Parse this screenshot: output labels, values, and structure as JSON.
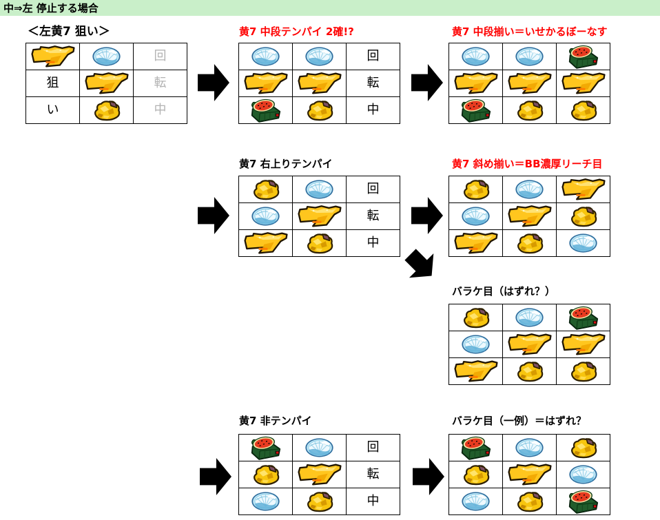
{
  "header": {
    "title": "中⇒左 停止する場合"
  },
  "headings": {
    "t1": {
      "text": "＜左黄7 狙い＞",
      "color": "black"
    },
    "t2": {
      "text": "黄7 中段テンパイ 2確!?",
      "color": "red"
    },
    "t3": {
      "text": "黄7 中段揃い＝いせかるぼーなす",
      "color": "red"
    },
    "t4": {
      "text": "黄7 右上りテンパイ",
      "color": "black"
    },
    "t5": {
      "text": "黄7 斜め揃い＝BB濃厚リーチ目",
      "color": "red"
    },
    "t6": {
      "text": "バラケ目（はずれ？）",
      "color": "black"
    },
    "t7": {
      "text": "黄7 非テンパイ",
      "color": "black"
    },
    "t8": {
      "text": "バラケ目（一例）＝はずれ？",
      "color": "black"
    }
  },
  "cell_codes": {
    "7": "yellow-seven-symbol",
    "C": "replay-coin-symbol",
    "G": "gold-nugget-symbol",
    "W": "watermelon-symbol",
    "t:": "black-label",
    "g:": "grey-label"
  },
  "tables": {
    "t1": {
      "name": "left-yellow7-aim",
      "grid": [
        [
          "7",
          "C",
          "g:回"
        ],
        [
          "t:狙",
          "7",
          "g:転"
        ],
        [
          "t:い",
          "G",
          "g:中"
        ]
      ]
    },
    "t2": {
      "name": "middle-tenpai",
      "grid": [
        [
          "C",
          "C",
          "t:回"
        ],
        [
          "7",
          "7",
          "t:転"
        ],
        [
          "W",
          "G",
          "t:中"
        ]
      ]
    },
    "t3": {
      "name": "middle-line-win",
      "grid": [
        [
          "C",
          "C",
          "W"
        ],
        [
          "7",
          "7",
          "7"
        ],
        [
          "W",
          "G",
          "G"
        ]
      ]
    },
    "t4": {
      "name": "right-up-tenpai",
      "grid": [
        [
          "G",
          "C",
          "t:回"
        ],
        [
          "C",
          "7",
          "t:転"
        ],
        [
          "7",
          "G",
          "t:中"
        ]
      ]
    },
    "t5": {
      "name": "diagonal-win",
      "grid": [
        [
          "G",
          "C",
          "7"
        ],
        [
          "C",
          "7",
          "G"
        ],
        [
          "7",
          "G",
          "C"
        ]
      ]
    },
    "t6": {
      "name": "barake-hazure",
      "grid": [
        [
          "G",
          "C",
          "W"
        ],
        [
          "C",
          "7",
          "7"
        ],
        [
          "7",
          "G",
          "G"
        ]
      ]
    },
    "t7": {
      "name": "non-tenpai",
      "grid": [
        [
          "W",
          "C",
          "t:回"
        ],
        [
          "G",
          "7",
          "t:転"
        ],
        [
          "C",
          "G",
          "t:中"
        ]
      ]
    },
    "t8": {
      "name": "barake-example-hazure",
      "grid": [
        [
          "W",
          "C",
          "G"
        ],
        [
          "G",
          "7",
          "C"
        ],
        [
          "C",
          "G",
          "W"
        ]
      ]
    }
  },
  "icons": {
    "arrow_right": "block-arrow-right",
    "arrow_diagonal": "block-arrow-down-right"
  },
  "colors": {
    "header_bg": "#c9efc9",
    "highlight_red": "#ff0000",
    "inactive_grey": "#b3b3b3",
    "seven_gold": "#ffc61e"
  }
}
